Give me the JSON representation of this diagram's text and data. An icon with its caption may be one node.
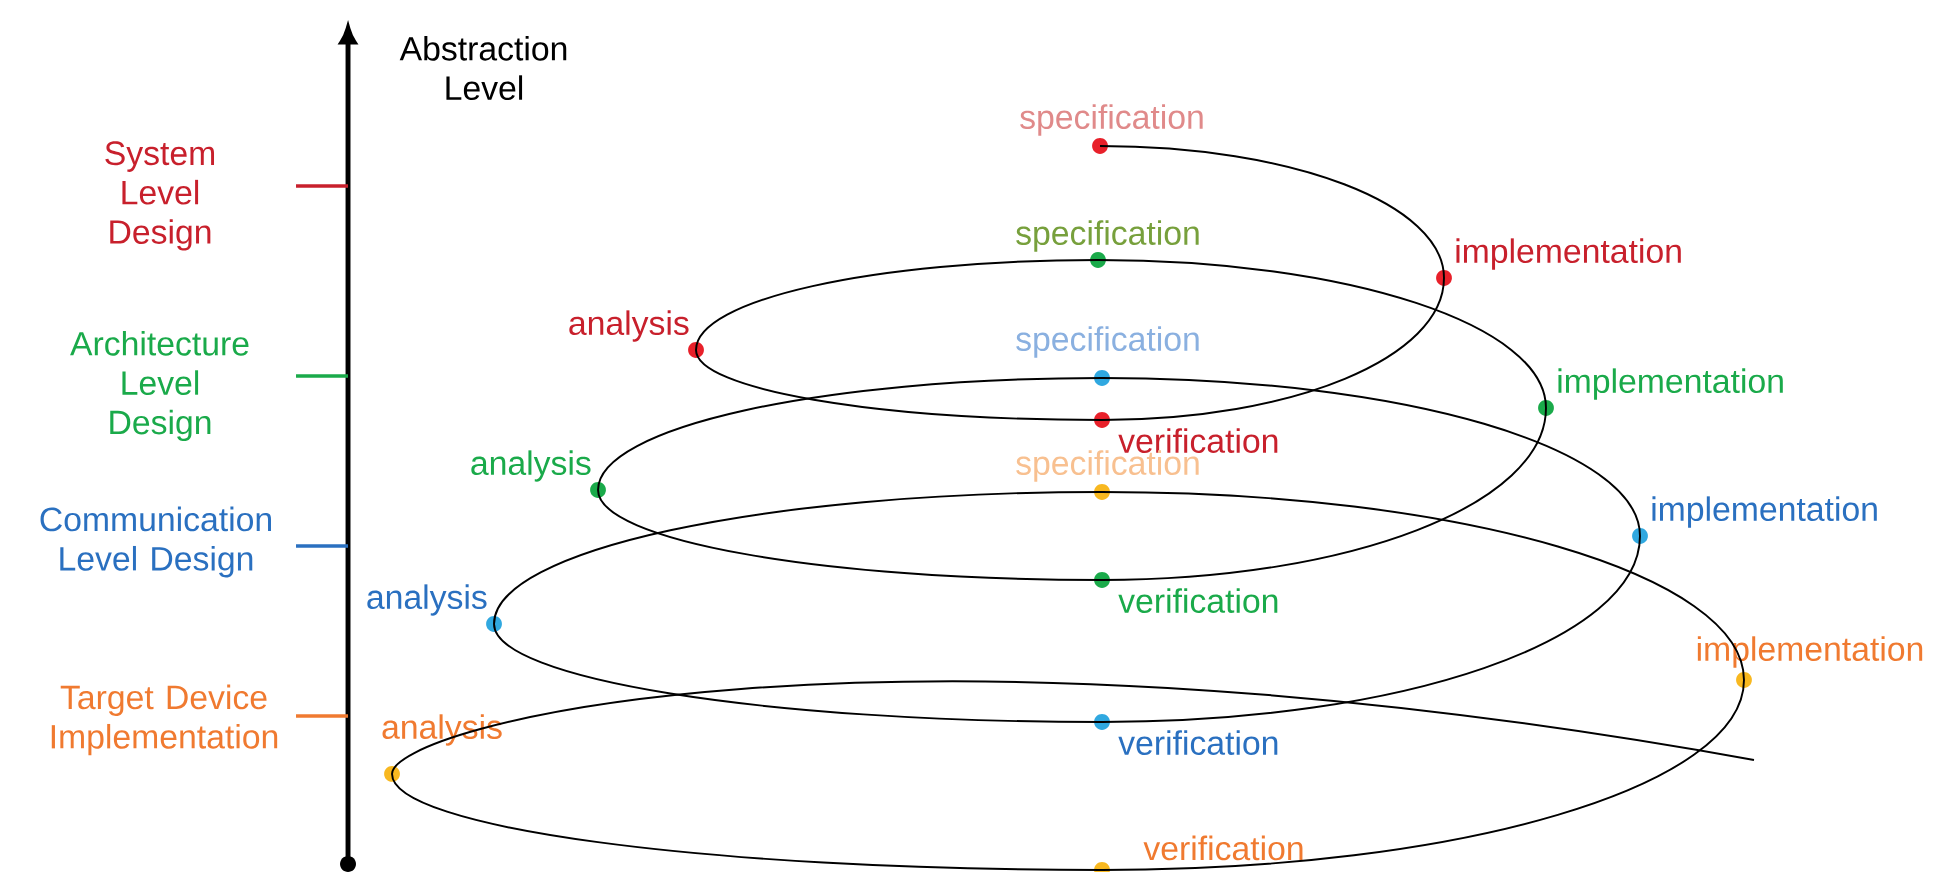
{
  "diagram": {
    "nodes": [
      {
        "text": [
          "specification"
        ]
      },
      {
        "text": [
          "implementation"
        ]
      },
      {
        "text": [
          "verification"
        ]
      },
      {
        "text": [
          "analysis"
        ]
      },
      {
        "text": [
          "specification"
        ]
      },
      {
        "text": [
          "implementation"
        ]
      },
      {
        "text": [
          "verification"
        ]
      },
      {
        "text": [
          "analysis"
        ]
      },
      {
        "text": [
          "specification"
        ]
      },
      {
        "text": [
          "implementation"
        ]
      },
      {
        "text": [
          "verification"
        ]
      },
      {
        "text": [
          "analysis"
        ]
      },
      {
        "text": [
          "specification"
        ]
      },
      {
        "text": [
          "implementation"
        ]
      },
      {
        "text": [
          "verification"
        ]
      },
      {
        "text": [
          "analysis"
        ]
      }
    ],
    "edges": [
      {
        "from": 0,
        "to": 1,
        "arrow": "none"
      },
      {
        "from": 1,
        "to": 2,
        "arrow": "none"
      },
      {
        "from": 2,
        "to": 3,
        "arrow": "none"
      },
      {
        "from": 3,
        "to": 4,
        "arrow": "none"
      },
      {
        "from": 4,
        "to": 5,
        "arrow": "none"
      },
      {
        "from": 5,
        "to": 6,
        "arrow": "none"
      },
      {
        "from": 6,
        "to": 7,
        "arrow": "none"
      },
      {
        "from": 7,
        "to": 8,
        "arrow": "none"
      },
      {
        "from": 8,
        "to": 9,
        "arrow": "none"
      },
      {
        "from": 9,
        "to": 10,
        "arrow": "none"
      },
      {
        "from": 10,
        "to": 11,
        "arrow": "none"
      },
      {
        "from": 11,
        "to": 12,
        "arrow": "none"
      },
      {
        "from": 12,
        "to": 13,
        "arrow": "none"
      },
      {
        "from": 13,
        "to": 14,
        "arrow": "none"
      },
      {
        "from": 14,
        "to": 15,
        "arrow": "none"
      },
      {
        "from": 15,
        "to": null,
        "arrow": "none"
      }
    ],
    "labels": [
      "Abstraction Level",
      "System Level Design",
      "Architecture Level Design",
      "Communication Level Design",
      "Target Device Implementation"
    ]
  }
}
